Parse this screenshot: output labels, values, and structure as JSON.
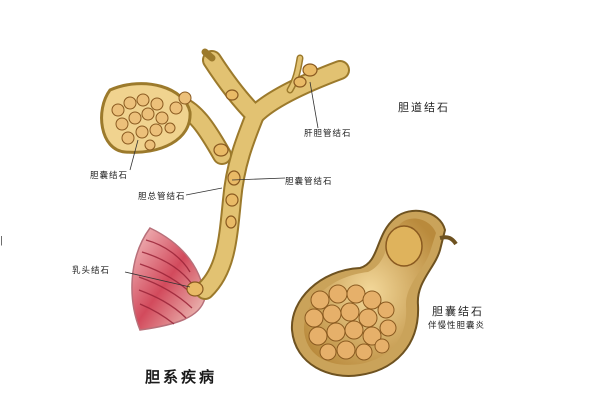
{
  "labels": {
    "bile_duct_stones": "胆道结石",
    "hepatic_duct_stone": "肝胆管结石",
    "gallbladder_stone_left": "胆囊结石",
    "cystic_duct_stone": "胆囊管结石",
    "common_bile_duct_stone": "胆总管结石",
    "ampulla_stone": "乳头结石",
    "gallbladder_stone_right": "胆囊结石",
    "chronic_cholecystitis": "伴慢性胆囊炎",
    "caption": "胆系疾病",
    "edge_mark": "|"
  },
  "colors": {
    "bile_duct": "#e2c272",
    "duct_edge": "#9c7a2c",
    "stone": "#e9ba66",
    "stone_edge": "#8a5a20",
    "duodenum": "#d8606a",
    "gallbladder_wall": "#caa35a"
  }
}
